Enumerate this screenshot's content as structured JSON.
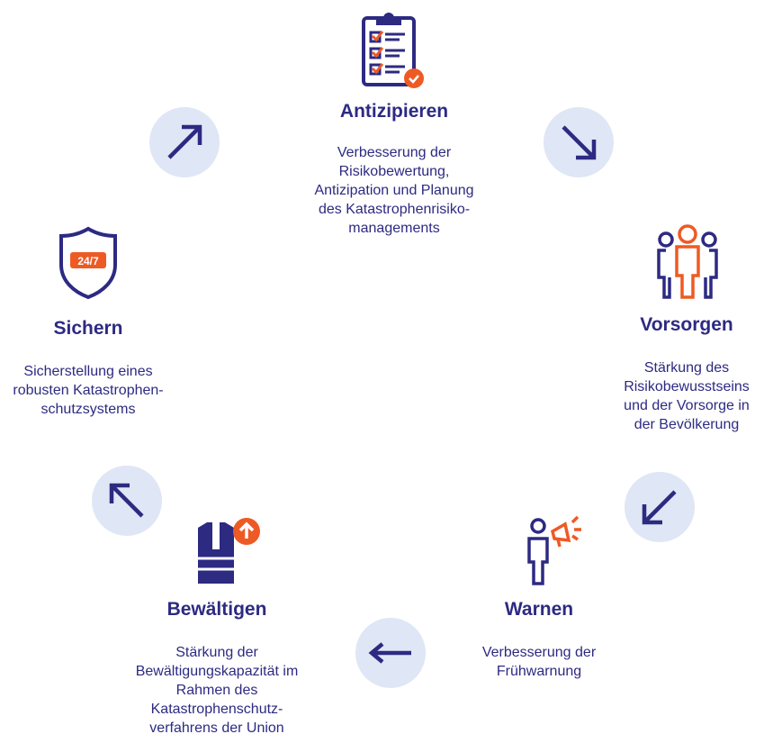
{
  "colors": {
    "navy": "#2d2a82",
    "orange": "#ee5a24",
    "circle": "#dfe6f5"
  },
  "steps": [
    {
      "title": "Antizipieren",
      "text": "Verbesserung der\nRisikobewertung,\nAntizipation und Planung\ndes Katastrophenrisiko-\nmanagements",
      "icon": "clipboard-checklist-icon"
    },
    {
      "title": "Vorsorgen",
      "text": "Stärkung des\nRisikobewusstseins\nund der Vorsorge in\nder Bevölkerung",
      "icon": "people-group-icon"
    },
    {
      "title": "Warnen",
      "text": "Verbesserung der\nFrühwarnung",
      "icon": "person-megaphone-icon"
    },
    {
      "title": "Bewältigen",
      "text": "Stärkung der\nBewältigungskapazität im\nRahmen des\nKatastrophenschutz-\nverfahrens der Union",
      "icon": "safety-vest-icon"
    },
    {
      "title": "Sichern",
      "text": "Sicherstellung eines\nrobusten Katastrophen-\nschutzsystems",
      "icon": "shield-24-7-icon",
      "badge": "24/7"
    }
  ]
}
